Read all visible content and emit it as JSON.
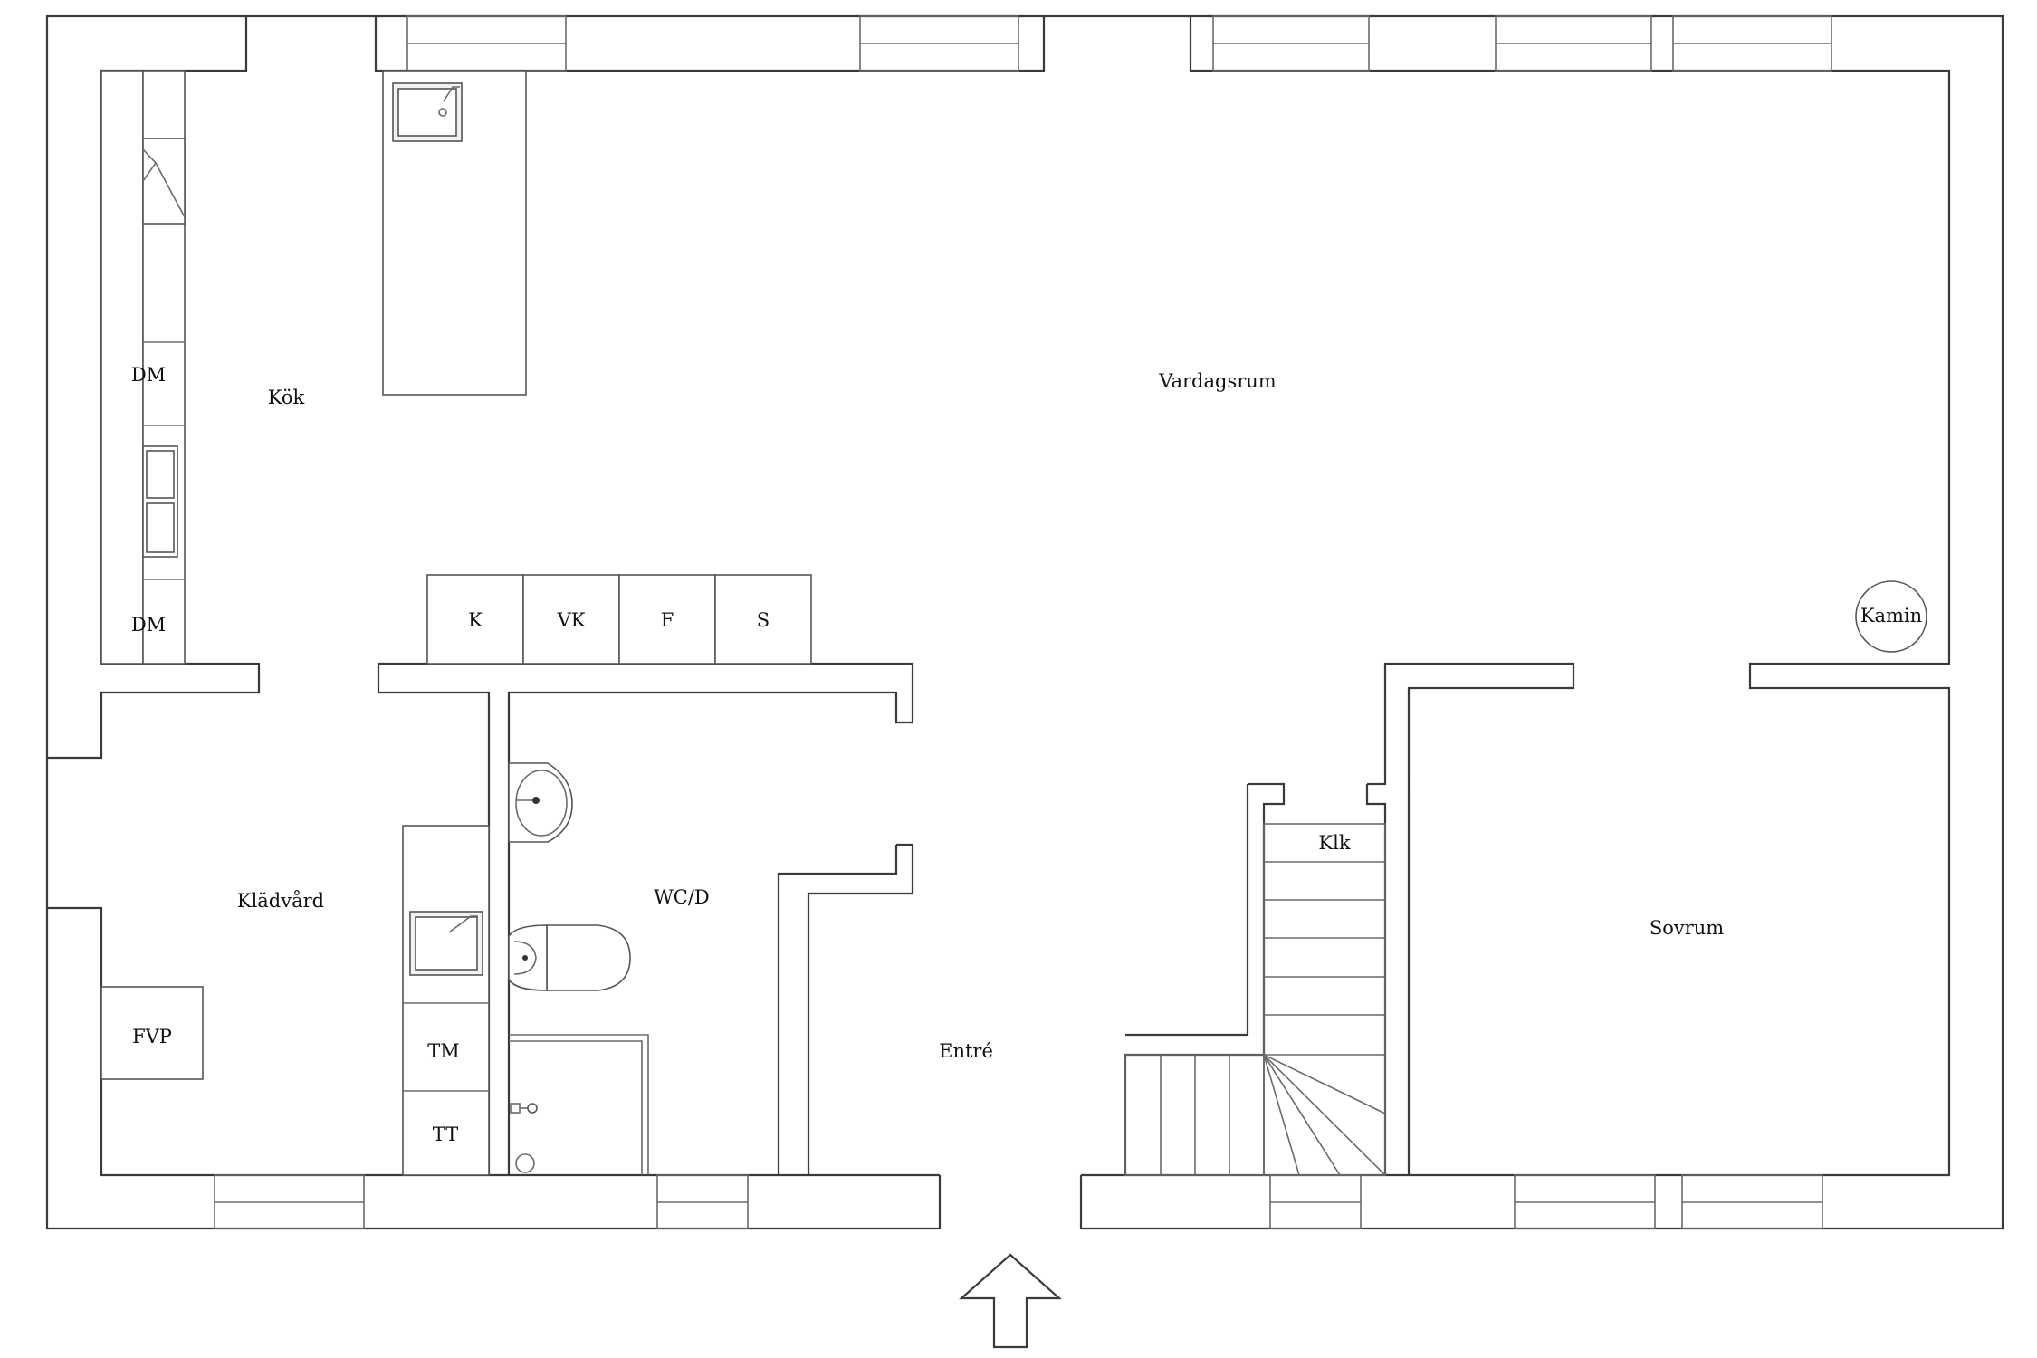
{
  "rooms": {
    "kok": "Kök",
    "vardagsrum": "Vardagsrum",
    "kladvard": "Klädvård",
    "wc_d": "WC/D",
    "entre": "Entré",
    "sovrum": "Sovrum",
    "klk": "Klk"
  },
  "fixtures": {
    "dm_upper": "DM",
    "dm_lower": "DM",
    "k": "K",
    "vk": "VK",
    "f": "F",
    "s": "S",
    "kamin": "Kamin",
    "fvp": "FVP",
    "tm": "TM",
    "tt": "TT"
  },
  "colors": {
    "wall": "#3a3a3a",
    "background": "#ffffff"
  },
  "icons": {
    "entrance": "entrance-arrow-icon",
    "stairs": "staircase-icon"
  }
}
